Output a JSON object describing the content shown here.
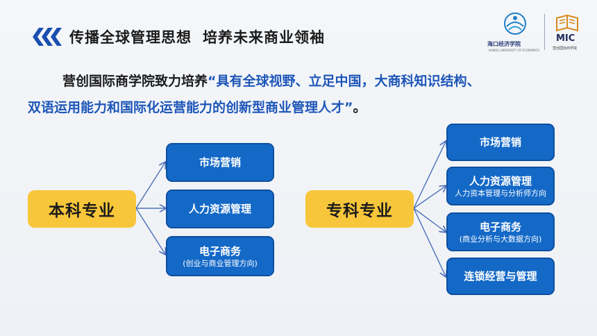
{
  "header": {
    "title_part1": "传播全球管理思想",
    "title_part2": "培养未来商业领袖"
  },
  "logos": {
    "university_name": "海口经济学院",
    "university_en": "HAIKOU UNIVERSITY OF ECONOMICS",
    "mic_label": "MIC",
    "mic_sub": "营创国际商学院"
  },
  "intro": {
    "lead": "营创国际商学院致力培养",
    "quote_line1": "“具有全球视野、立足中国，大商科知识结构、",
    "quote_line2": "双语运用能力和国际化运营能力的创新型商业管理人才”",
    "end": "。"
  },
  "undergrad": {
    "label": "本科专业",
    "majors": [
      {
        "name": "市场营销",
        "note": ""
      },
      {
        "name": "人力资源管理",
        "note": ""
      },
      {
        "name": "电子商务",
        "note": "(创业与商业管理方向)"
      }
    ]
  },
  "college": {
    "label": "专科专业",
    "majors": [
      {
        "name": "市场营销",
        "note": ""
      },
      {
        "name": "人力资源管理",
        "note": "人力资本管理与分析师方向"
      },
      {
        "name": "电子商务",
        "note": "(商业分析与大数据方向)"
      },
      {
        "name": "连锁经营与管理",
        "note": ""
      }
    ]
  },
  "colors": {
    "accent_blue": "#1469c7",
    "quote_blue": "#1e56b8",
    "yellow": "#f7c63a",
    "chevron": "#1a4fb0"
  }
}
